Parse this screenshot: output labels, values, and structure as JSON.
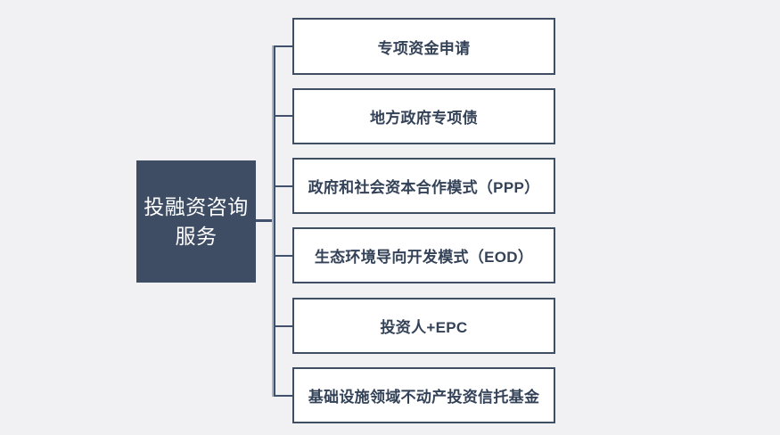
{
  "diagram": {
    "root": {
      "label": "投融资咨询服务",
      "lines": [
        "投融资咨询",
        "服务"
      ]
    },
    "branches": [
      {
        "label": "专项资金申请"
      },
      {
        "label": "地方政府专项债"
      },
      {
        "label": "政府和社会资本合作模式（PPP）"
      },
      {
        "label": "生态环境导向开发模式（EOD）"
      },
      {
        "label": "投资人+EPC"
      },
      {
        "label": "基础设施领域不动产投资信托基金"
      }
    ]
  },
  "colors": {
    "background": "#f1f1f3",
    "node-bg": "#3e4d63",
    "node-text": "#ffffff",
    "box-bg": "#ffffff",
    "box-border": "#3f4e63",
    "box-text": "#344258",
    "connector": "#41516b",
    "connector-light": "#a9b6c8"
  }
}
